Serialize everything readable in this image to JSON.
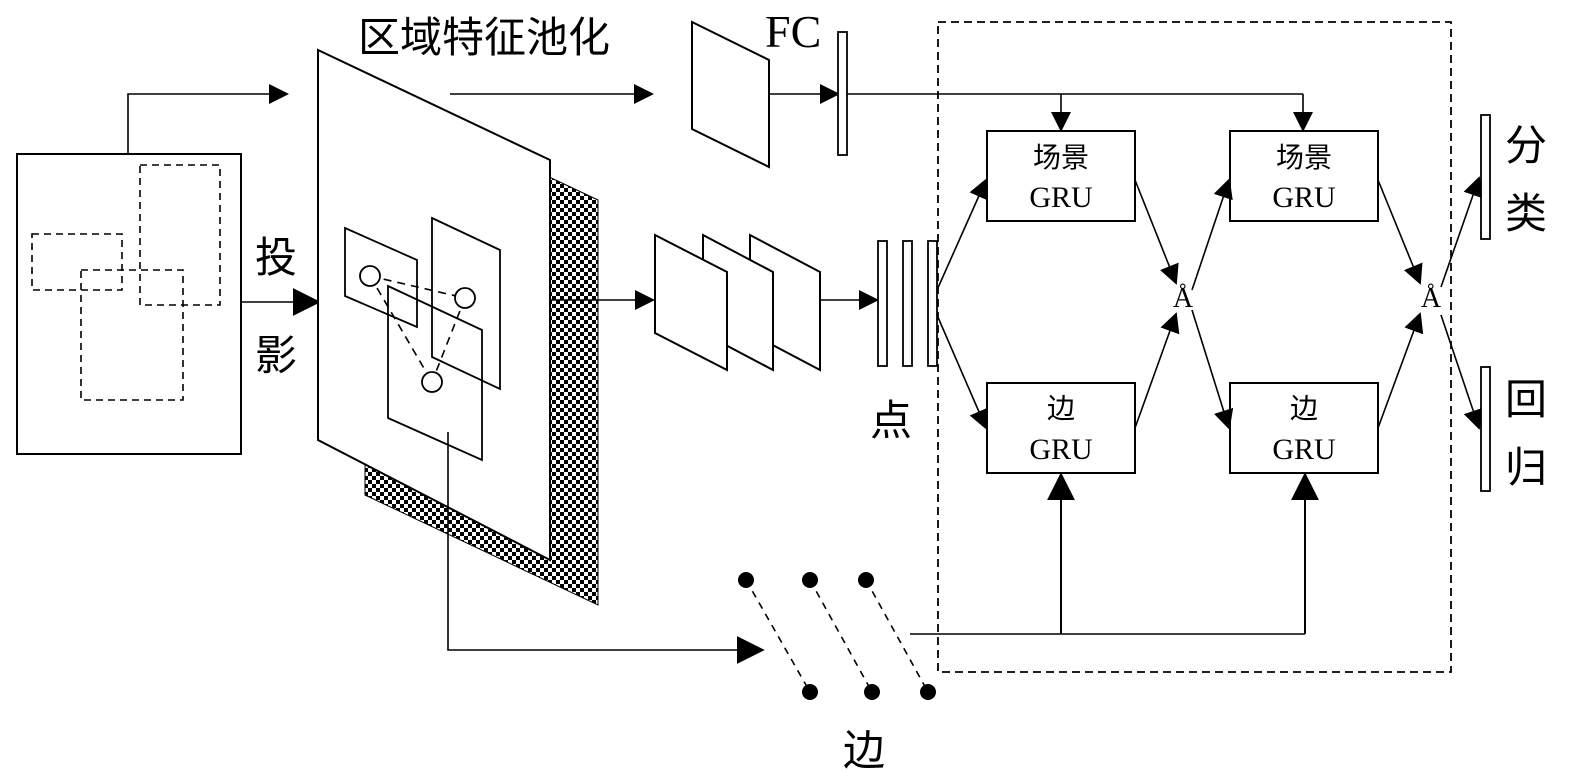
{
  "labels": {
    "region_pooling": "区域特征池化",
    "fc": "FC",
    "projection_1": "投",
    "projection_2": "影",
    "node": "点",
    "edge": "边",
    "classify_1": "分",
    "classify_2": "类",
    "regress_1": "回",
    "regress_2": "归"
  },
  "gru_blocks": {
    "scene_1": {
      "title": "场景",
      "sub": "GRU"
    },
    "scene_2": {
      "title": "场景",
      "sub": "GRU"
    },
    "edge_1": {
      "title": "边",
      "sub": "GRU"
    },
    "edge_2": {
      "title": "边",
      "sub": "GRU"
    }
  },
  "merge_symbol_1": "Å",
  "merge_symbol_2": "Å",
  "colors": {
    "stroke": "#000000",
    "background": "#ffffff"
  }
}
